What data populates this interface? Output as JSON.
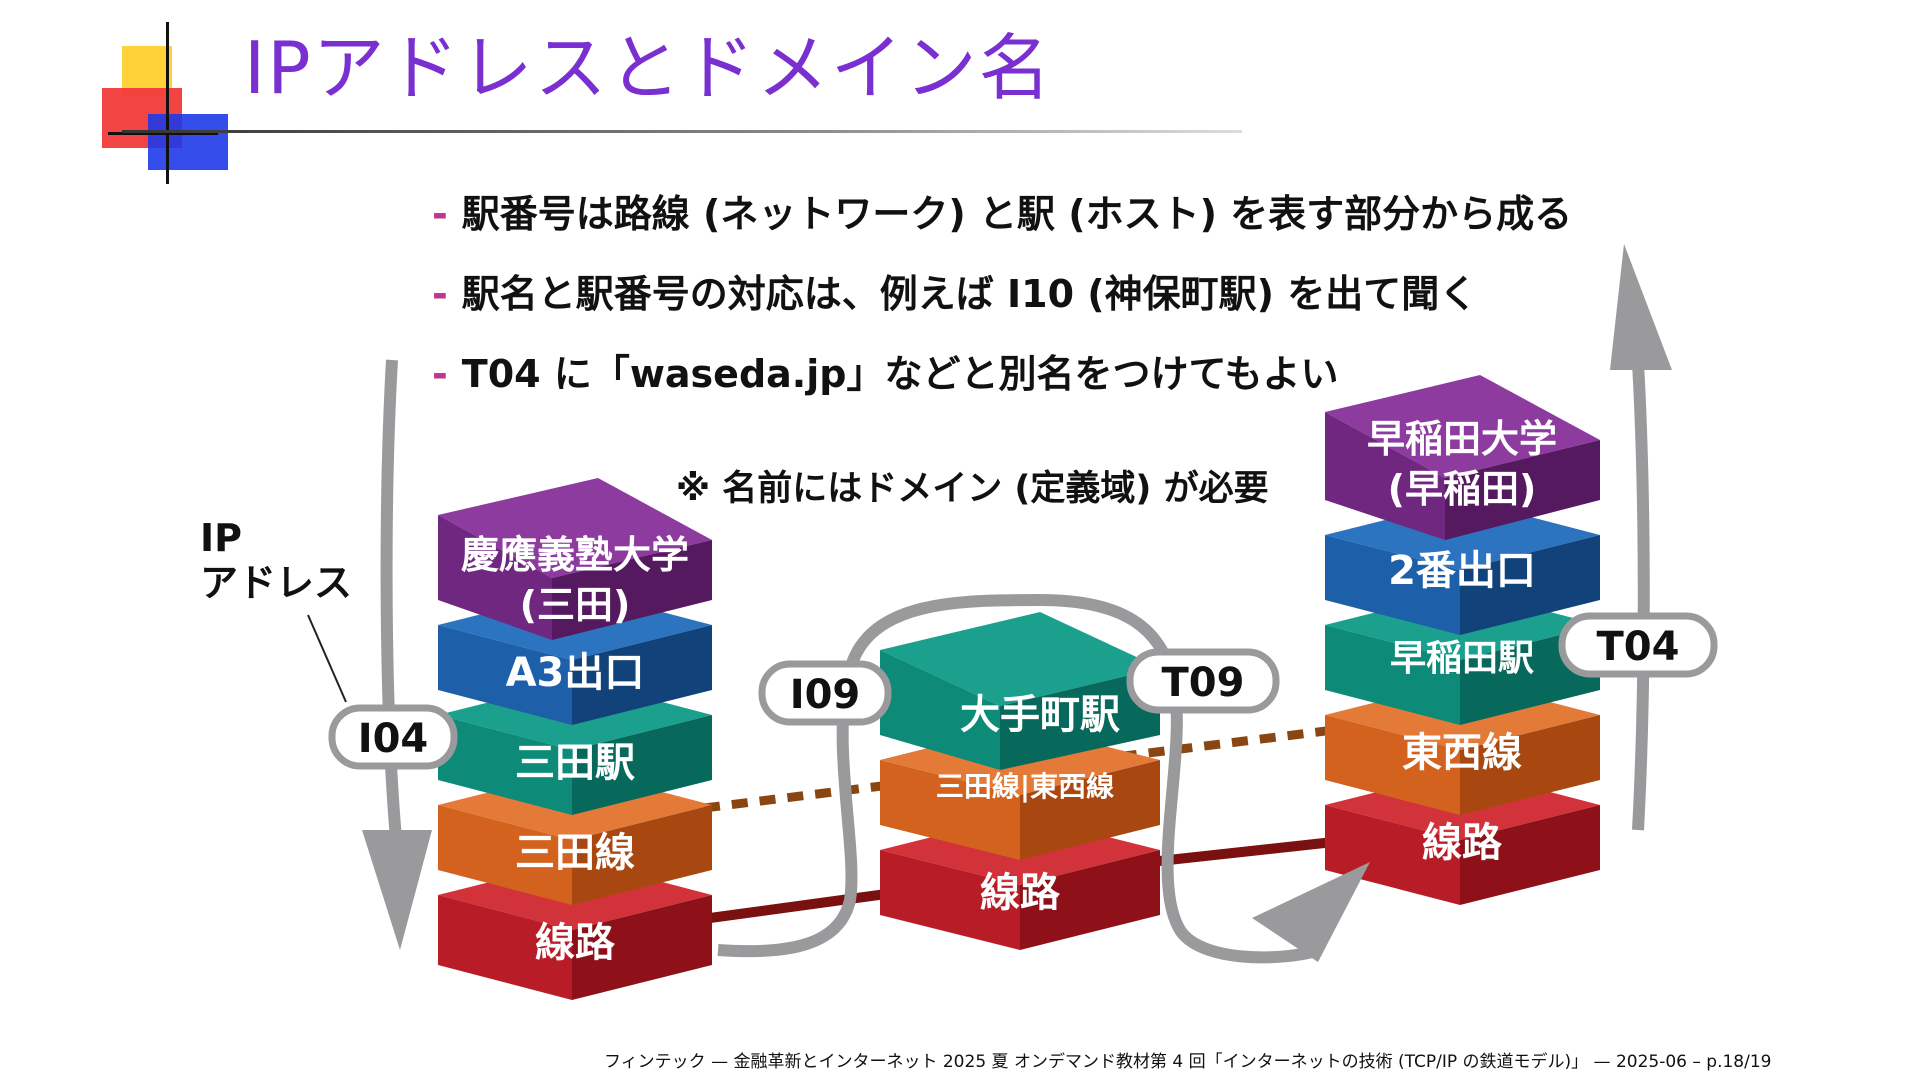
{
  "slide": {
    "title": "IPアドレスとドメイン名",
    "bullets": [
      "駅番号は路線 (ネットワーク) と駅 (ホスト) を表す部分から成る",
      "駅名と駅番号の対応は、例えば I10 (神保町駅) を出て聞く",
      "T04 に「waseda.jp」などと別名をつけてもよい"
    ],
    "bullet_marker": "-",
    "note": "※ 名前にはドメイン (定義域) が必要",
    "ip_label": [
      "IP",
      "アドレス"
    ],
    "footer": "フィンテック — 金融革新とインターネット 2025 夏 オンデマンド教材第 4 回「インターネットの技術 (TCP/IP の鉄道モデル)」 — 2025-06 – p.18/19"
  },
  "stacks": {
    "left": {
      "top": [
        "慶應義塾大学",
        "(三田)"
      ],
      "layers": [
        "A3出口",
        "三田駅",
        "三田線",
        "線路"
      ],
      "tag": "I04"
    },
    "middle": {
      "top": "大手町駅",
      "layers": [
        "三田線|東西線",
        "線路"
      ],
      "tag_left": "I09",
      "tag_right": "T09"
    },
    "right": {
      "top": [
        "早稲田大学",
        "(早稲田)"
      ],
      "layers": [
        "2番出口",
        "早稲田駅",
        "東西線",
        "線路"
      ],
      "tag": "T04"
    }
  },
  "colors": {
    "title": "#7a2fd0",
    "bullet_marker": "#c0358e",
    "purple": "#7d2e8c",
    "blue": "#1d5fa8",
    "teal": "#0d8a78",
    "orange": "#d4621f",
    "red": "#b81c26",
    "path_gray": "#9a9a9c",
    "link_dark_red": "#7a1010",
    "dotted_brown": "#8a4612"
  }
}
